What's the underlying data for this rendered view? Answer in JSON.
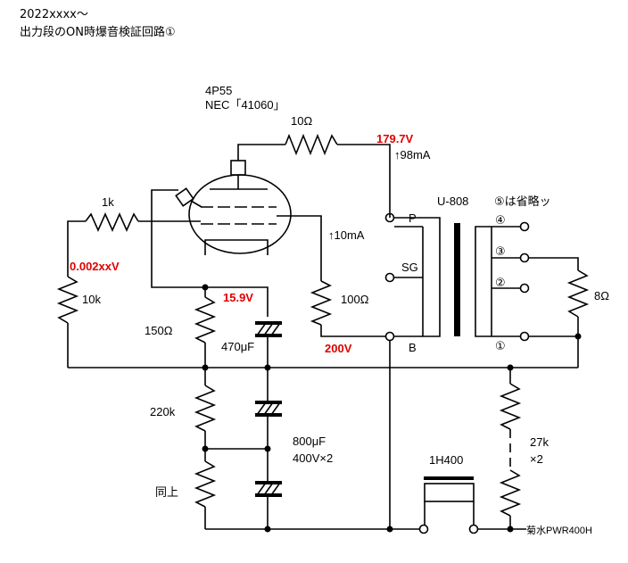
{
  "title": {
    "line1": "2022xxxx～",
    "line2": "出力段のON時爆音検証回路①"
  },
  "tube": {
    "type": "4P55",
    "code": "NEC「41060」"
  },
  "labels": {
    "r_plate": "10Ω",
    "v_plate": "179.7V",
    "i_plate": "↑98mA",
    "r_grid": "1k",
    "v_grid": "0.002xxV",
    "r_grid_leak": "10k",
    "i_screen": "↑10mA",
    "r_screen": "100Ω",
    "v_screen": "200V",
    "v_cathode": "15.9V",
    "r_cathode": "150Ω",
    "c_cathode": "470μF",
    "r_divider_upper": "220k",
    "r_divider_lower": "同上",
    "c_smoothing_value": "800μF",
    "c_smoothing_spec": "400V×2",
    "choke": "1H400",
    "r_bleeder": "27k",
    "r_bleeder_count": "×2",
    "power_supply": "菊水PWR400H",
    "transformer": "U-808",
    "note": "⑤は省略ッ",
    "term_p": "P",
    "term_sg": "SG",
    "term_b": "B",
    "term_4": "④",
    "term_3": "③",
    "term_2": "②",
    "term_1": "①",
    "load": "8Ω"
  },
  "colors": {
    "wire": "#000000",
    "voltage_highlight": "#e00000"
  }
}
